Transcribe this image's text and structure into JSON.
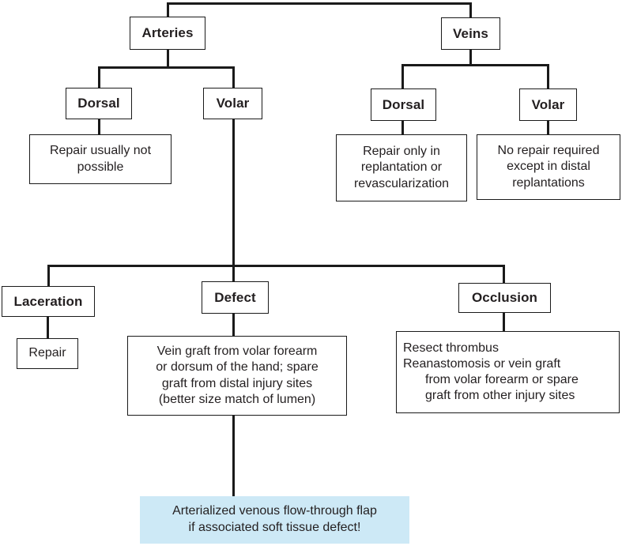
{
  "colors": {
    "connector_line": "#1a1a1a",
    "box_border": "#1a1a1a",
    "text": "#231f20",
    "highlight_background": "#cde9f6"
  },
  "nodes": {
    "arteries": {
      "label": "Arteries"
    },
    "veins": {
      "label": "Veins"
    },
    "arteries_dorsal": {
      "label": "Dorsal"
    },
    "arteries_volar": {
      "label": "Volar"
    },
    "arteries_dorsal_outcome": {
      "lines": [
        "Repair usually not",
        "possible"
      ]
    },
    "veins_dorsal": {
      "label": "Dorsal"
    },
    "veins_volar": {
      "label": "Volar"
    },
    "veins_dorsal_outcome": {
      "lines": [
        "Repair only in",
        "replantation or",
        "revascularization"
      ]
    },
    "veins_volar_outcome": {
      "lines": [
        "No repair required",
        "except in distal",
        "replantations"
      ]
    },
    "laceration": {
      "label": "Laceration"
    },
    "defect": {
      "label": "Defect"
    },
    "occlusion": {
      "label": "Occlusion"
    },
    "laceration_outcome": {
      "label": "Repair"
    },
    "defect_outcome": {
      "lines": [
        "Vein graft from volar forearm",
        "or dorsum of the hand; spare",
        "graft from distal injury sites",
        "(better size match of lumen)"
      ]
    },
    "occlusion_outcome": {
      "lines": [
        "Resect thrombus",
        "Reanastomosis or vein graft",
        "from volar forearm or spare",
        "graft from other injury sites"
      ]
    },
    "highlight_note": {
      "lines": [
        "Arterialized venous flow-through flap",
        "if associated soft tissue defect!"
      ]
    }
  }
}
